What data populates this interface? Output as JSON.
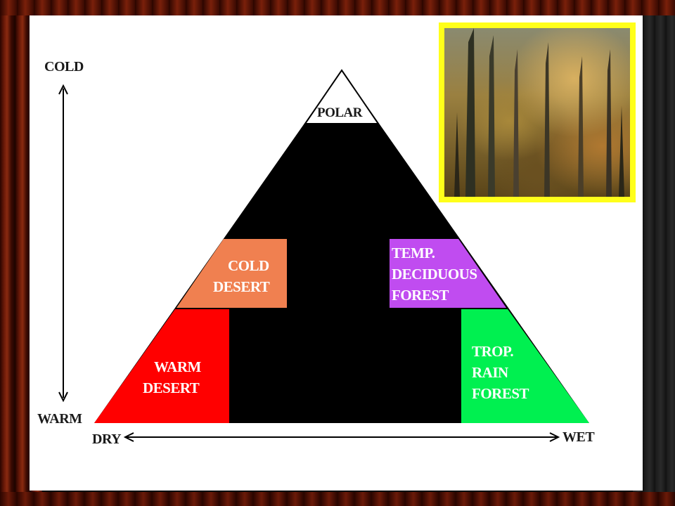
{
  "axes": {
    "temperature_top": "COLD",
    "temperature_bottom": "WARM",
    "moisture_left": "DRY",
    "moisture_right": "WET"
  },
  "biomes": {
    "polar": "POLAR",
    "cold_desert": [
      "COLD",
      "DESERT"
    ],
    "warm_desert": [
      "WARM",
      "DESERT"
    ],
    "temperate_forest": [
      "TEMP.",
      "DECIDUOUS",
      "FOREST"
    ],
    "tropical_forest": [
      "TROP.",
      "RAIN",
      "FOREST"
    ]
  },
  "colors": {
    "polar": "#ffffff",
    "cold_desert": "#f08050",
    "warm_desert": "#ff0000",
    "temperate_forest": "#c04cf0",
    "tropical_forest": "#00f050",
    "triangle": "#000000",
    "photo_frame": "#ffff1a"
  },
  "photo": {
    "icon": "forest-photo-icon"
  }
}
